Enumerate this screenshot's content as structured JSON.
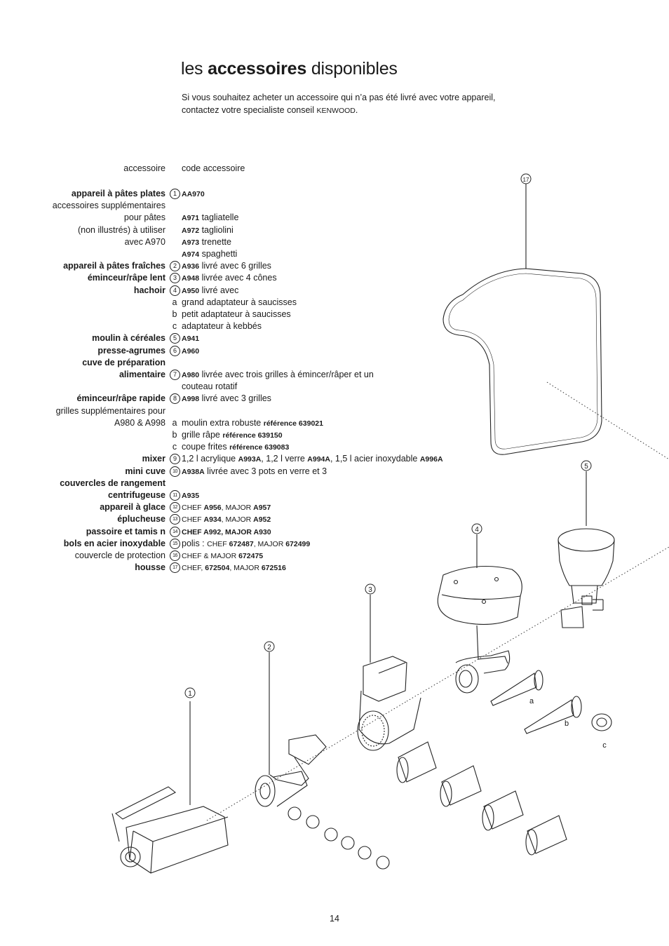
{
  "title": {
    "pre": "les ",
    "bold": "accessoires",
    "post": " disponibles"
  },
  "intro": {
    "line1": "Si vous souhaitez acheter un accessoire qui n’a pas été livré avec votre appareil,",
    "line2_pre": "contactez votre specialiste conseil ",
    "brand": "KENWOOD",
    "line2_post": "."
  },
  "headers": {
    "accessory": "accessoire",
    "code": "code accessoire"
  },
  "rows": [
    {
      "name": "appareil à pâtes plates",
      "bold": true,
      "num": "1",
      "code": "AA970",
      "text": ""
    },
    {
      "name": "accessoires supplémentaires",
      "bold": false,
      "num": "",
      "code": "",
      "text": ""
    },
    {
      "name": "pour pâtes",
      "bold": false,
      "num": "",
      "code": "A971",
      "text": " tagliatelle"
    },
    {
      "name": "(non illustrés) à utiliser",
      "bold": false,
      "num": "",
      "code": "A972",
      "text": " tagliolini"
    },
    {
      "name": "avec A970",
      "bold": false,
      "num": "",
      "code": "A973",
      "text": " trenette"
    },
    {
      "name": "",
      "bold": false,
      "num": "",
      "code": "A974",
      "text": " spaghetti"
    },
    {
      "name": "appareil à pâtes fraîches",
      "bold": true,
      "num": "2",
      "code": "A936",
      "text": " livré avec 6 grilles"
    },
    {
      "name": "éminceur/râpe lent",
      "bold": true,
      "num": "3",
      "code": "A948",
      "text": " livrée avec 4 cônes"
    },
    {
      "name": "hachoir",
      "bold": true,
      "num": "4",
      "code": "A950",
      "text": " livré avec"
    },
    {
      "name": "",
      "bold": false,
      "letter": "a",
      "text": "grand adaptateur à saucisses"
    },
    {
      "name": "",
      "bold": false,
      "letter": "b",
      "text": "petit adaptateur à saucisses"
    },
    {
      "name": "",
      "bold": false,
      "letter": "c",
      "text": "adaptateur à kebbés"
    },
    {
      "name": "moulin à céréales",
      "bold": true,
      "num": "5",
      "code": "A941",
      "text": ""
    },
    {
      "name": "presse-agrumes",
      "bold": true,
      "num": "6",
      "code": "A960",
      "text": ""
    },
    {
      "name": "cuve de préparation",
      "bold": true,
      "num": "",
      "code": "",
      "text": ""
    },
    {
      "name": "alimentaire",
      "bold": true,
      "num": "7",
      "code": "A980",
      "text": " livrée avec trois grilles à émincer/râper et un"
    },
    {
      "name": "",
      "bold": false,
      "num": "",
      "code": "",
      "text": "couteau rotatif"
    },
    {
      "name": "éminceur/râpe rapide",
      "bold": true,
      "num": "8",
      "code": "A998",
      "text": " livré avec 3 grilles"
    },
    {
      "name": "grilles supplémentaires pour",
      "bold": false,
      "num": "",
      "code": "",
      "text": ""
    },
    {
      "name": "A980 & A998",
      "bold": false,
      "letter": "a",
      "text": "moulin extra robuste ",
      "code2": "référence 639021"
    },
    {
      "name": "",
      "bold": false,
      "letter": "b",
      "text": "grille râpe ",
      "code2": "référence 639150"
    },
    {
      "name": "",
      "bold": false,
      "letter": "c",
      "text": "coupe frites ",
      "code2": "référence 639083"
    },
    {
      "name": "mixer",
      "bold": true,
      "num": "9",
      "parts": [
        "1,2 l acrylique ",
        "A993A",
        ", 1,2 l verre ",
        "A994A",
        ", 1,5 l acier inoxydable ",
        "A996A"
      ]
    },
    {
      "name": "mini cuve",
      "bold": true,
      "num": "10",
      "code": "A938A",
      "text": " livrée avec 3 pots en verre et 3"
    },
    {
      "name": "couvercles de rangement",
      "bold": true,
      "num": "",
      "code": "",
      "text": ""
    },
    {
      "name": "centrifugeuse",
      "bold": true,
      "num": "11",
      "code": "A935",
      "text": ""
    },
    {
      "name": "appareil à glace",
      "bold": true,
      "num": "12",
      "sparts": [
        "CHEF ",
        "A956",
        ", MAJOR ",
        "A957"
      ]
    },
    {
      "name": "éplucheuse",
      "bold": true,
      "num": "13",
      "sparts": [
        "CHEF ",
        "A934",
        ", MAJOR ",
        "A952"
      ]
    },
    {
      "name": "passoire et tamis n",
      "bold": true,
      "num": "14",
      "code": "CHEF A992, MAJOR A930",
      "text": ""
    },
    {
      "name": "bols en acier inoxydable",
      "bold": true,
      "num": "15",
      "pre": "polis : ",
      "sparts": [
        "CHEF ",
        "672487",
        ", MAJOR ",
        "672499"
      ]
    },
    {
      "name": "couvercle de protection",
      "bold": false,
      "num": "16",
      "sparts": [
        "CHEF & MAJOR ",
        "672475"
      ]
    },
    {
      "name": "housse",
      "bold": true,
      "num": "17",
      "sparts": [
        "CHEF, ",
        "672504",
        ", MAJOR ",
        "672516"
      ]
    }
  ],
  "callouts": {
    "c1": "1",
    "c2": "2",
    "c3": "3",
    "c4": "4",
    "c5": "5",
    "c17": "17",
    "a": "a",
    "b": "b",
    "c": "c"
  },
  "page_number": "14"
}
